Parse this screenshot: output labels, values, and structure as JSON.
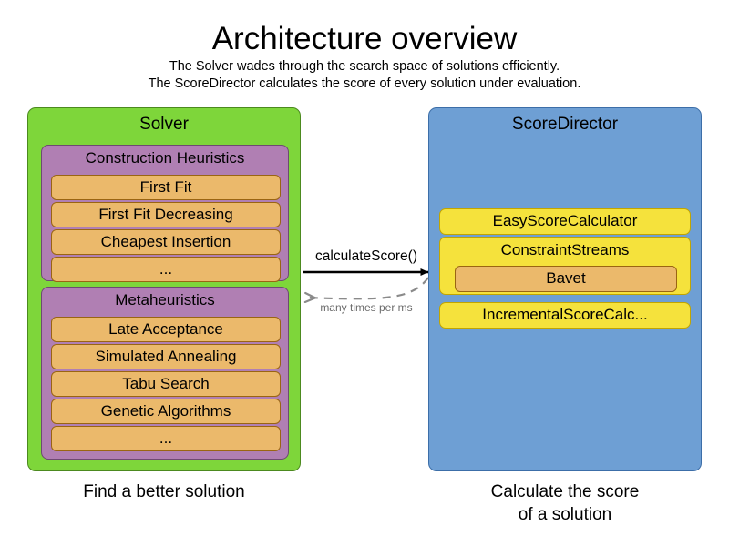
{
  "header": {
    "title": "Architecture overview",
    "subtitle_lines": [
      "The Solver wades through the search space of solutions efficiently.",
      "The ScoreDirector calculates the score of every solution under evaluation."
    ]
  },
  "solver": {
    "title": "Solver",
    "caption": "Find a better solution",
    "color": "#7ED63A",
    "groups": [
      {
        "title": "Construction Heuristics",
        "color": "#B07FB3",
        "items": [
          "First Fit",
          "First Fit Decreasing",
          "Cheapest Insertion",
          "..."
        ]
      },
      {
        "title": "Metaheuristics",
        "color": "#B07FB3",
        "items": [
          "Late Acceptance",
          "Simulated Annealing",
          "Tabu Search",
          "Genetic Algorithms",
          "..."
        ]
      }
    ]
  },
  "score_director": {
    "title": "ScoreDirector",
    "caption_lines": [
      "Calculate the score",
      "of a solution"
    ],
    "color": "#6E9FD4",
    "boxes": {
      "easy": "EasyScoreCalculator",
      "constraint_streams": "ConstraintStreams",
      "bavet": "Bavet",
      "incremental": "IncrementalScoreCalc..."
    }
  },
  "arrows": {
    "forward_label": "calculateScore()",
    "return_label": "many times per ms",
    "forward_color": "#000000",
    "return_color": "#8a8a8a"
  }
}
